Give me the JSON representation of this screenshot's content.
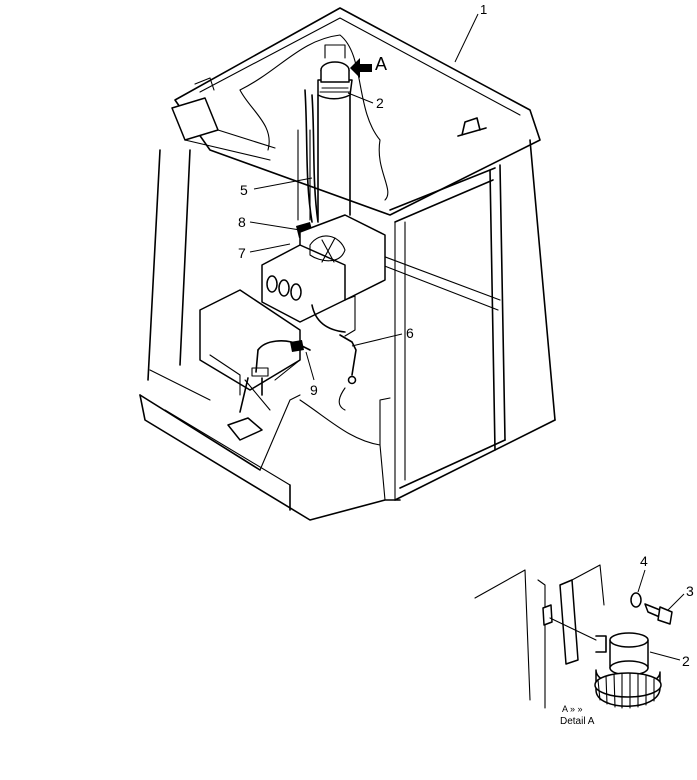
{
  "callouts": {
    "cab": "1",
    "lamp": "2",
    "bolt": "3",
    "washer": "4",
    "harness": "5",
    "wire": "6",
    "console": "7",
    "connector": "8",
    "switch": "9",
    "lamp_detail": "2"
  },
  "view_arrow": "A",
  "detail": {
    "mark": "A » »",
    "label": "Detail A"
  }
}
